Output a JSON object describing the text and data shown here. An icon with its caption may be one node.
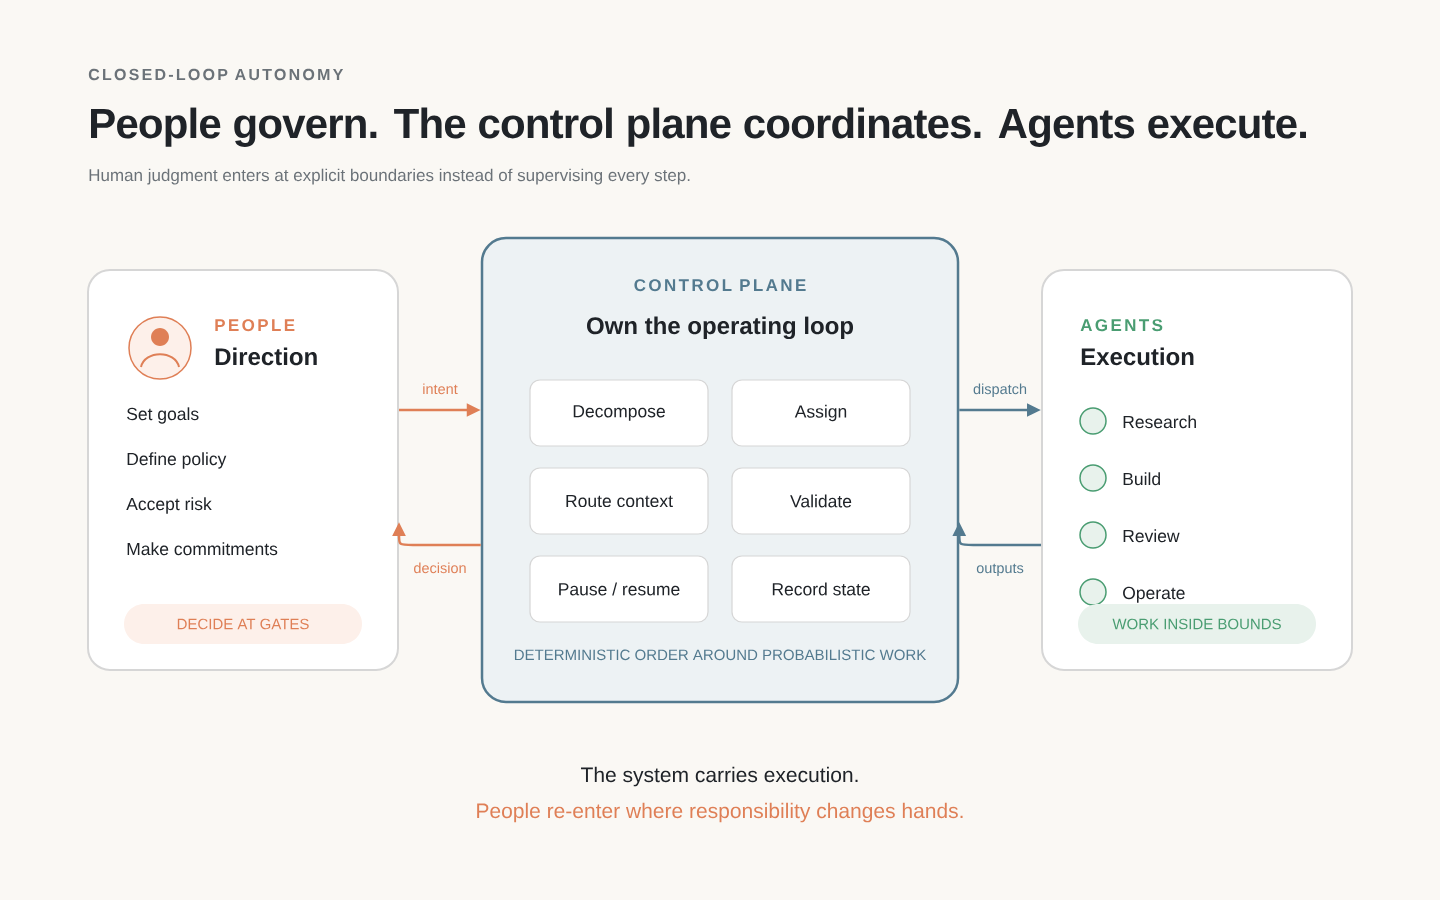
{
  "diagram": {
    "title": "People govern. The control plane coordinates. Agents execute.",
    "nodes": [
      {
        "text": [
          "PEOPLE",
          "Direction",
          "Set goals",
          "Define policy",
          "Accept risk",
          "Make commitments"
        ]
      },
      {
        "text": [
          "DECIDE AT GATES"
        ],
        "in": 0
      },
      {
        "text": [
          "CONTROL PLANE",
          "Own the operating loop",
          "DETERMINISTIC ORDER AROUND PROBABILISTIC WORK"
        ]
      },
      {
        "text": [
          "Decompose"
        ],
        "in": 2
      },
      {
        "text": [
          "Assign"
        ],
        "in": 2
      },
      {
        "text": [
          "Route context"
        ],
        "in": 2
      },
      {
        "text": [
          "Validate"
        ],
        "in": 2
      },
      {
        "text": [
          "Pause / resume"
        ],
        "in": 2
      },
      {
        "text": [
          "Record state"
        ],
        "in": 2
      },
      {
        "text": [
          "AGENTS",
          "Execution",
          "Research",
          "Build",
          "Review",
          "Operate"
        ]
      },
      {
        "text": [
          "WORK INSIDE BOUNDS"
        ],
        "in": 9
      }
    ],
    "edges": [
      {
        "from": 0,
        "to": 2,
        "arrow": "to",
        "label": "intent",
        "color": "#df7f56"
      },
      {
        "from": 2,
        "to": 0,
        "arrow": "to",
        "label": "decision",
        "color": "#df7f56"
      },
      {
        "from": 2,
        "to": 9,
        "arrow": "to",
        "label": "dispatch",
        "color": "#537a8f"
      },
      {
        "from": 9,
        "to": 2,
        "arrow": "to",
        "label": "outputs",
        "color": "#537a8f"
      }
    ],
    "labels": [
      "CLOSED-LOOP AUTONOMY",
      "Human judgment enters at explicit boundaries instead of supervising every step.",
      "The system carries execution.",
      "People re-enter where responsibility changes hands."
    ]
  }
}
